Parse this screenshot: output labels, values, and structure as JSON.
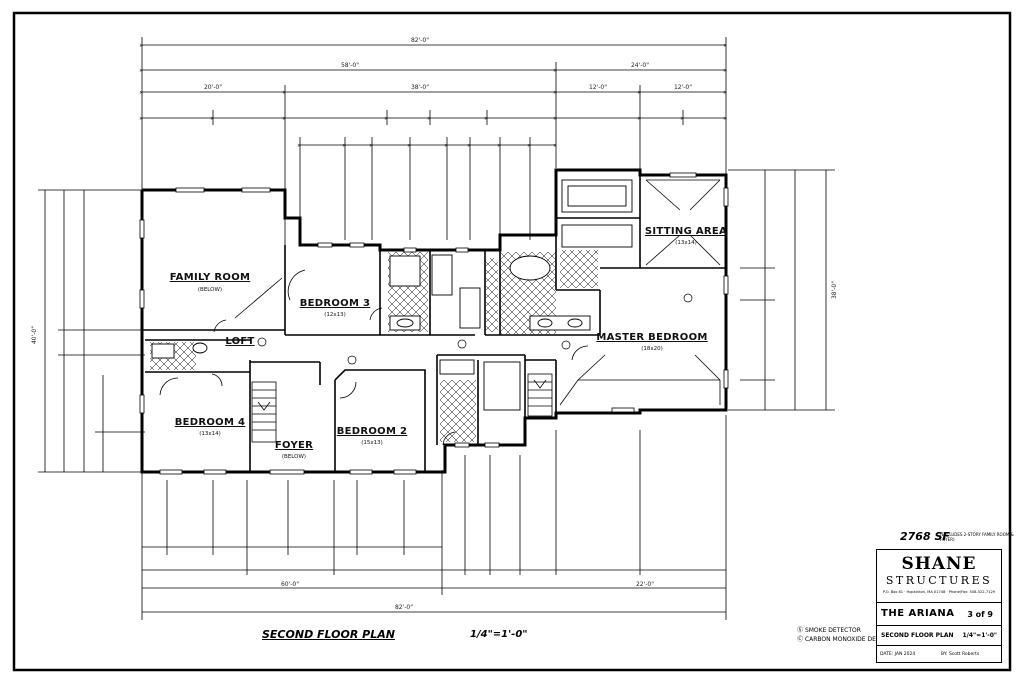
{
  "rooms": {
    "family_room": "FAMILY ROOM",
    "family_room_note": "(BELOW)",
    "bedroom3": "BEDROOM 3",
    "bedroom3_size": "(12x13)",
    "sitting_area": "SITTING AREA",
    "sitting_area_size": "(13x14)",
    "master_bedroom": "MASTER BEDROOM",
    "master_bedroom_size": "(18x20)",
    "loft": "LOFT",
    "bedroom4": "BEDROOM 4",
    "bedroom4_size": "(13x14)",
    "foyer": "FOYER",
    "foyer_note": "(BELOW)",
    "bedroom2": "BEDROOM 2",
    "bedroom2_size": "(15x13)"
  },
  "dimensions": {
    "overall_width": "82'-0\"",
    "top_left": "58'-0\"",
    "top_right": "24'-0\"",
    "seg_20": "20'-0\"",
    "seg_38": "38'-0\"",
    "seg_12": "12'-0\"",
    "seg_12b": "12'-0\"",
    "bottom_left": "60'-0\"",
    "bottom_right": "22'-0\"",
    "bottom_overall": "82'-0\"",
    "left_overall": "40'-0\"",
    "right_overall": "38'-0\""
  },
  "sq_ft": "2768 SF",
  "sq_ft_note": "(EXCLUDES 2-STORY FAMILY ROOM & FOYER)",
  "plan": {
    "title": "SECOND FLOOR PLAN",
    "scale": "1/4\"=1'-0\""
  },
  "legend": {
    "smoke": "SMOKE DETECTOR",
    "co": "CARBON MONOXIDE DETECTOR"
  },
  "title_block": {
    "company_line1": "SHANE",
    "company_line2": "STRUCTURES",
    "address": "P.O. Box 81 · Hopkinton, MA 01748 · Phone/Fax: 508-522-7129",
    "project": "THE ARIANA",
    "sheet": "3 of 9",
    "drawing": "SECOND FLOOR PLAN",
    "drawing_scale": "1/4\"=1'-0\"",
    "date": "DATE: JAN 2024",
    "by": "BY: Scott Roberts"
  }
}
